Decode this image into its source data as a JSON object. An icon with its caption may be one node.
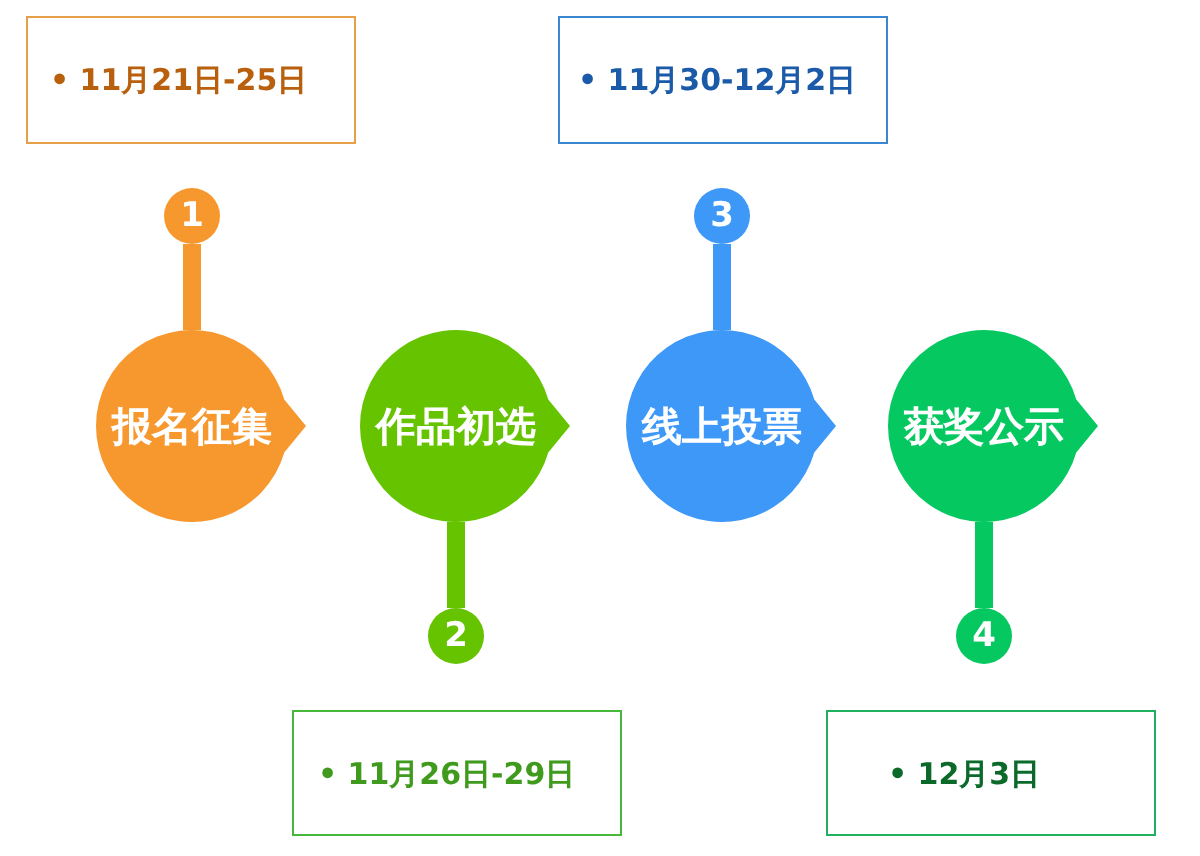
{
  "diagram": {
    "nodes": [
      {
        "text": [
          "• 11月21日-25日"
        ]
      },
      {
        "text": [
          "1"
        ]
      },
      {
        "text": [
          "报名征集"
        ]
      },
      {
        "text": [
          "作品初选"
        ]
      },
      {
        "text": [
          "2"
        ]
      },
      {
        "text": [
          "• 11月26日-29日"
        ]
      },
      {
        "text": [
          "• 11月30-12月2日"
        ]
      },
      {
        "text": [
          "3"
        ]
      },
      {
        "text": [
          "线上投票"
        ]
      },
      {
        "text": [
          "获奖公示"
        ]
      },
      {
        "text": [
          "4"
        ]
      },
      {
        "text": [
          "• 12月3日"
        ]
      }
    ],
    "edges": [
      {
        "from": 2,
        "to": 1,
        "arrow": "none",
        "color": "#f7982f"
      },
      {
        "from": 3,
        "to": 4,
        "arrow": "none",
        "color": "#66c300"
      },
      {
        "from": 8,
        "to": 7,
        "arrow": "none",
        "color": "#3d98f8"
      },
      {
        "from": 9,
        "to": 10,
        "arrow": "none",
        "color": "#06c860"
      }
    ]
  }
}
